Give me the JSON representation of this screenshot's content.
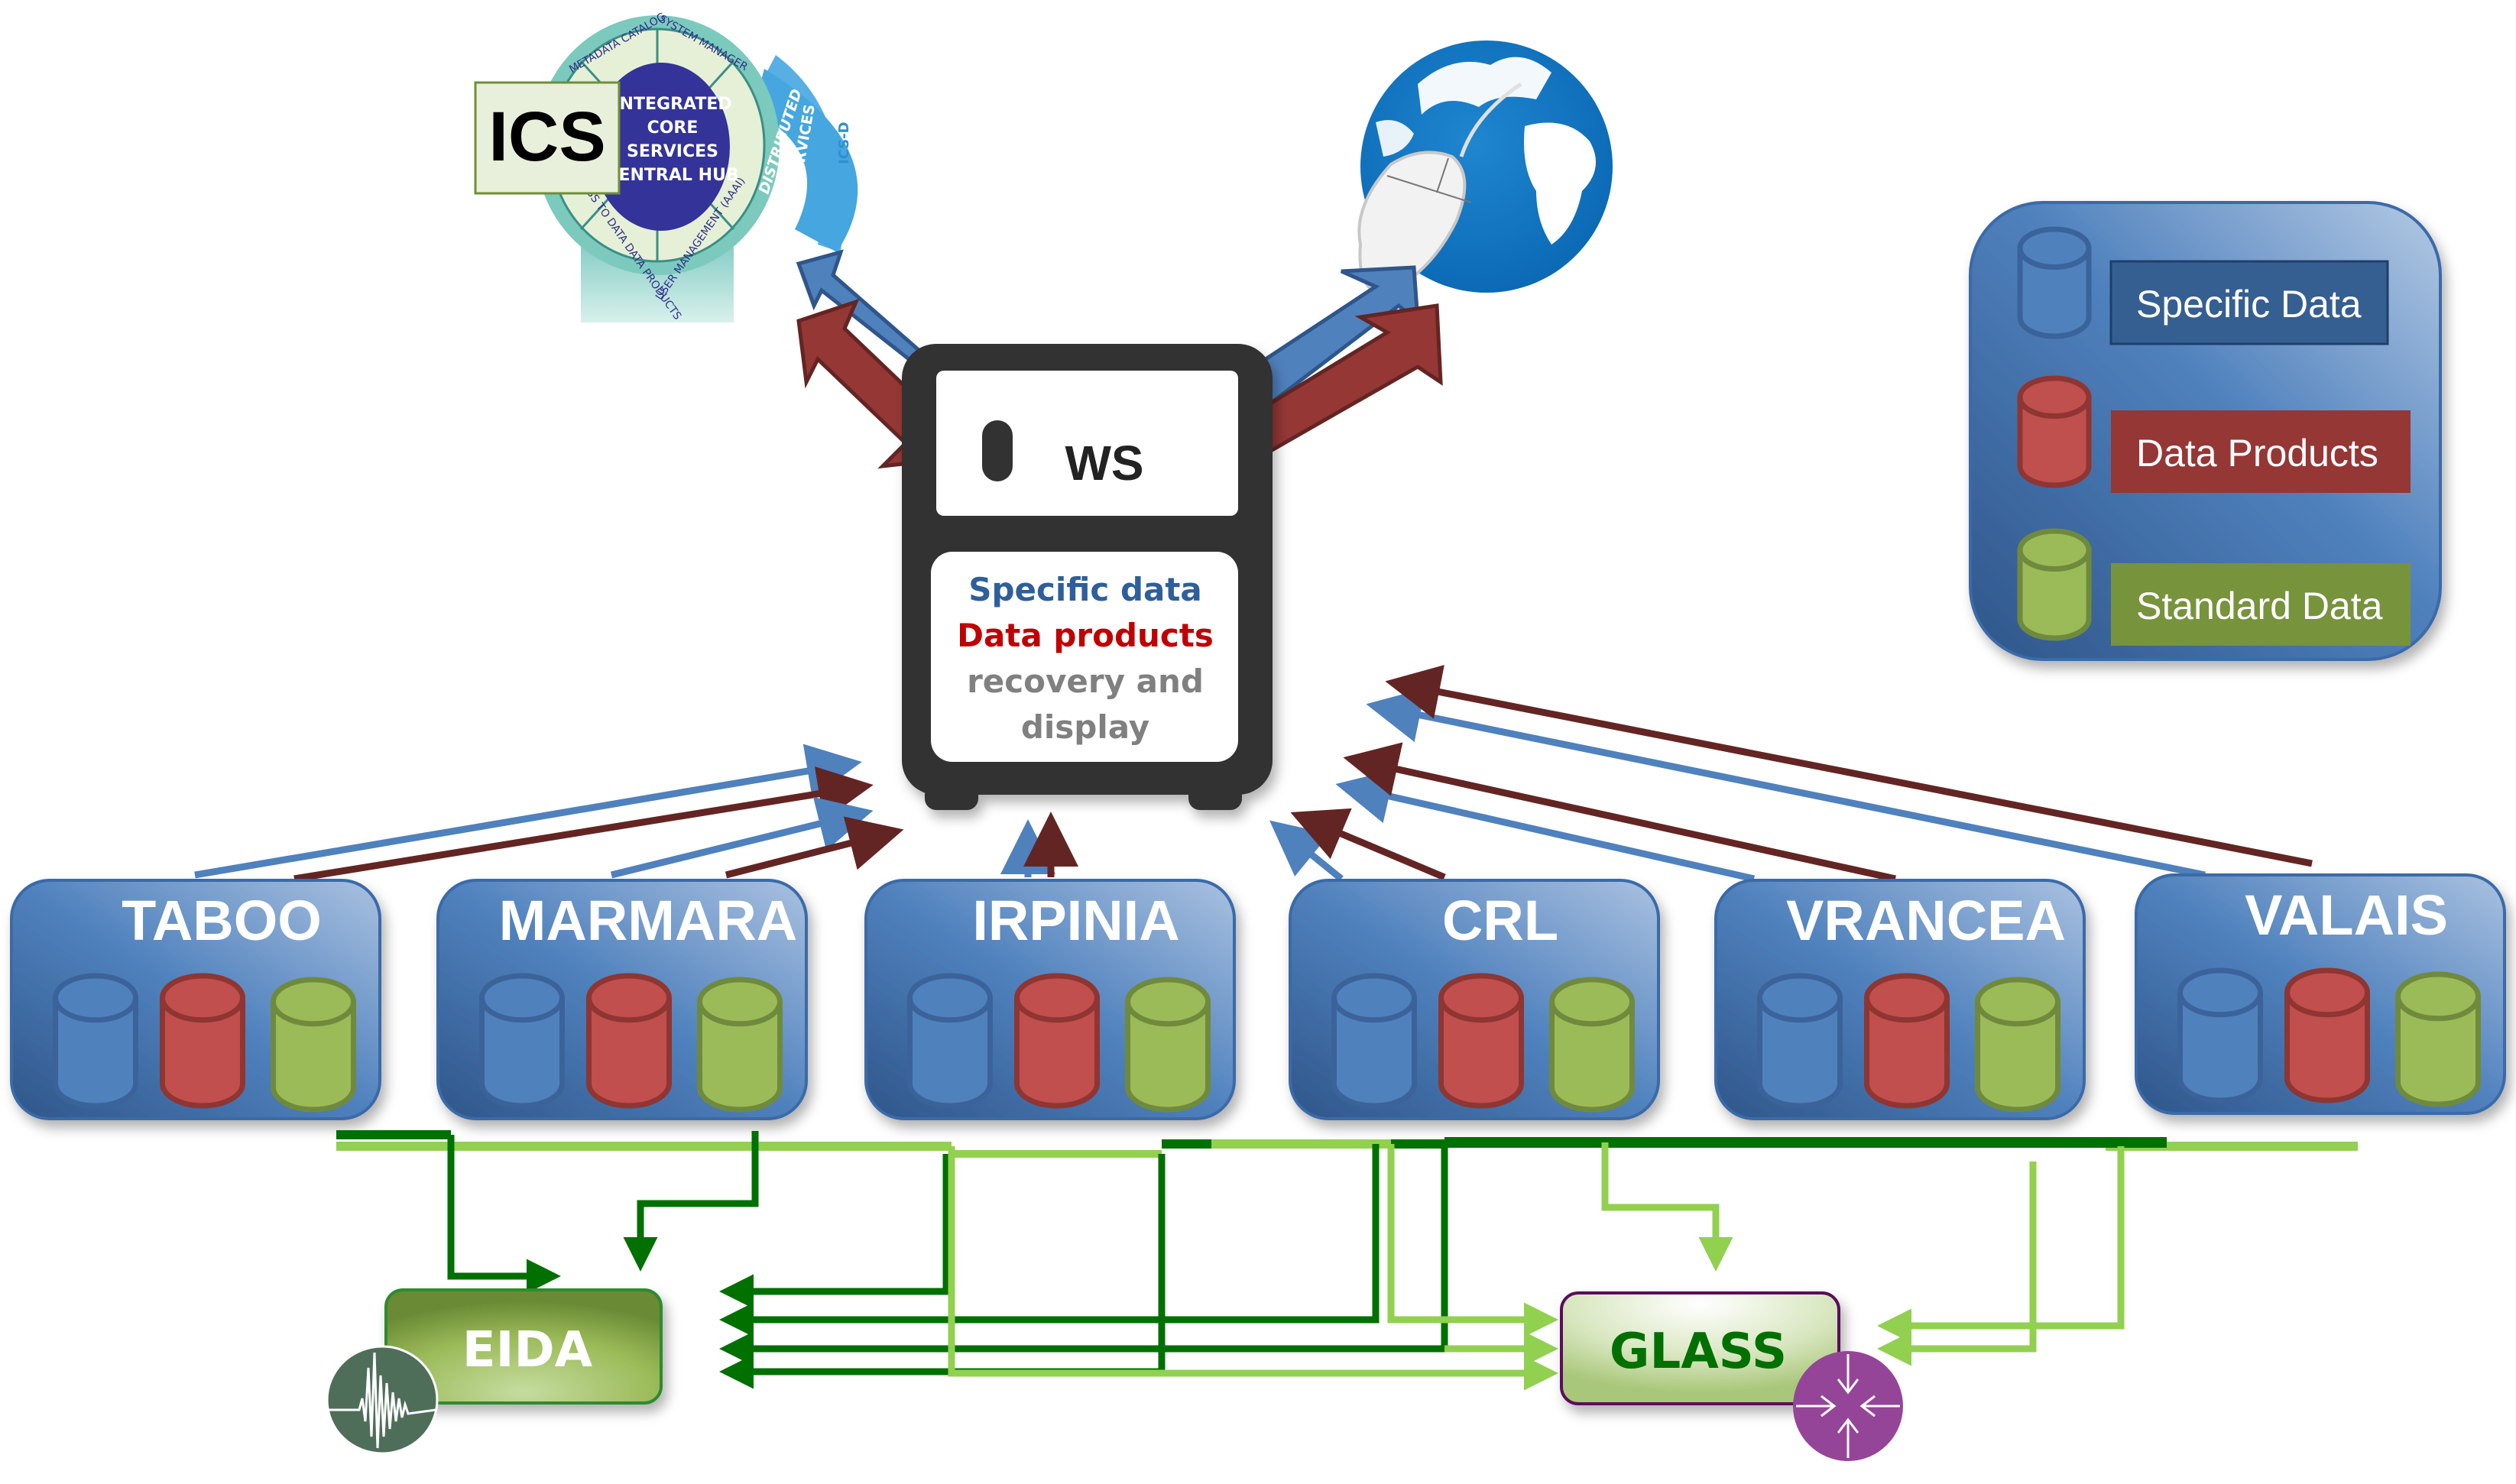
{
  "ics": {
    "label": "ICS",
    "hub_lines": [
      "INTEGRATED",
      "CORE",
      "SERVICES",
      "CENTRAL HUB"
    ],
    "ring_segments": [
      "METADATA CATALOG",
      "SYSTEM MANAGER",
      "USER MANAGEMENT (AAAI)",
      "ACCESS TO DATA DATA PRODUCTS"
    ],
    "distributed_label_1": "DISTRIBUTED",
    "distributed_label_2": "SERVICES",
    "icsd_label": "ICS-D"
  },
  "ws": {
    "title": "WS",
    "lines": [
      {
        "text": "Specific data",
        "color": "#2e5f9a"
      },
      {
        "text": "Data products",
        "color": "#c00000"
      },
      {
        "text": "recovery and",
        "color": "#808080"
      },
      {
        "text": "display",
        "color": "#808080"
      }
    ]
  },
  "web": {
    "icon": "globe-mouse-icon"
  },
  "legend": {
    "items": [
      {
        "label": "Specific Data",
        "color": "#4f81bd",
        "box": "#365f91"
      },
      {
        "label": "Data Products",
        "color": "#c0504d",
        "box": "#953735"
      },
      {
        "label": "Standard Data",
        "color": "#9bbb59",
        "box": "#77933c"
      }
    ]
  },
  "sites": [
    {
      "name": "TABOO"
    },
    {
      "name": "MARMARA"
    },
    {
      "name": "IRPINIA"
    },
    {
      "name": "CRL"
    },
    {
      "name": "VRANCEA"
    },
    {
      "name": "VALAIS"
    }
  ],
  "services": {
    "eida": {
      "label": "EIDA",
      "icon": "seismogram-icon"
    },
    "glass": {
      "label": "GLASS",
      "icon": "converging-arrows-icon"
    }
  },
  "colors": {
    "specific": "#4f81bd",
    "products": "#632523",
    "standard_dark": "#007000",
    "standard_light": "#92d050",
    "site_box": "#4a76b0"
  }
}
